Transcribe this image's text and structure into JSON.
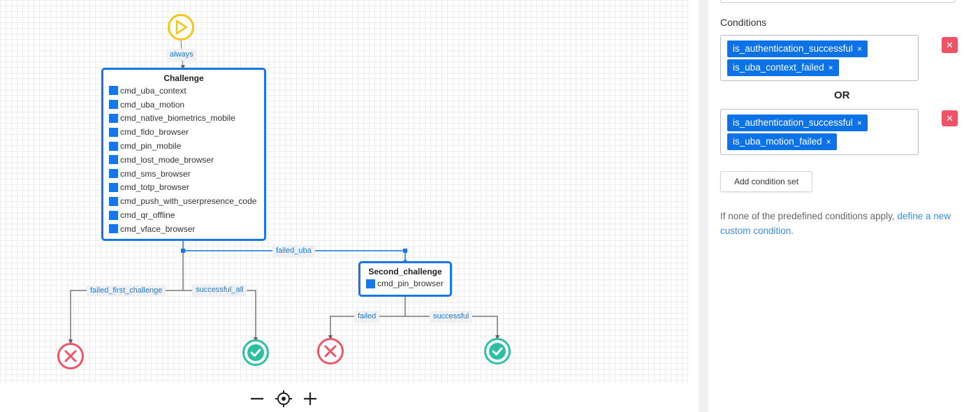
{
  "flow": {
    "edge_labels": {
      "always": "always",
      "failed_uba": "failed_uba",
      "failed_first_challenge": "failed_first_challenge",
      "successful_all": "successful_all",
      "failed": "failed",
      "successful": "successful"
    },
    "nodes": {
      "challenge": {
        "title": "Challenge",
        "steps": [
          "cmd_uba_context",
          "cmd_uba_motion",
          "cmd_native_biometrics_mobile",
          "cmd_fido_browser",
          "cmd_pin_mobile",
          "cmd_lost_mode_browser",
          "cmd_sms_browser",
          "cmd_totp_browser",
          "cmd_push_with_userpresence_code",
          "cmd_qr_offline",
          "cmd_vface_browser"
        ]
      },
      "second_challenge": {
        "title": "Second_challenge",
        "steps": [
          "cmd_pin_browser"
        ]
      }
    },
    "icons": {
      "start": "play-icon",
      "fail": "x-circle-icon",
      "success": "check-circle-icon"
    },
    "colors": {
      "accent": "#1976e8",
      "start": "#f5c518",
      "fail": "#ef5366",
      "success": "#2bbfa4"
    }
  },
  "zoom_controls": {
    "zoom_out": "zoom-out-icon",
    "recenter": "recenter-icon",
    "zoom_in": "zoom-in-icon"
  },
  "panel": {
    "conditions_label": "Conditions",
    "or_label": "OR",
    "condition_sets": [
      [
        "is_authentication_successful",
        "is_uba_context_failed"
      ],
      [
        "is_authentication_successful",
        "is_uba_motion_failed"
      ]
    ],
    "chip_remove": "×",
    "remove_set": "✕",
    "add_button": "Add condition set",
    "help_text": "If none of the predefined conditions apply, ",
    "help_link": "define a new custom condition."
  }
}
